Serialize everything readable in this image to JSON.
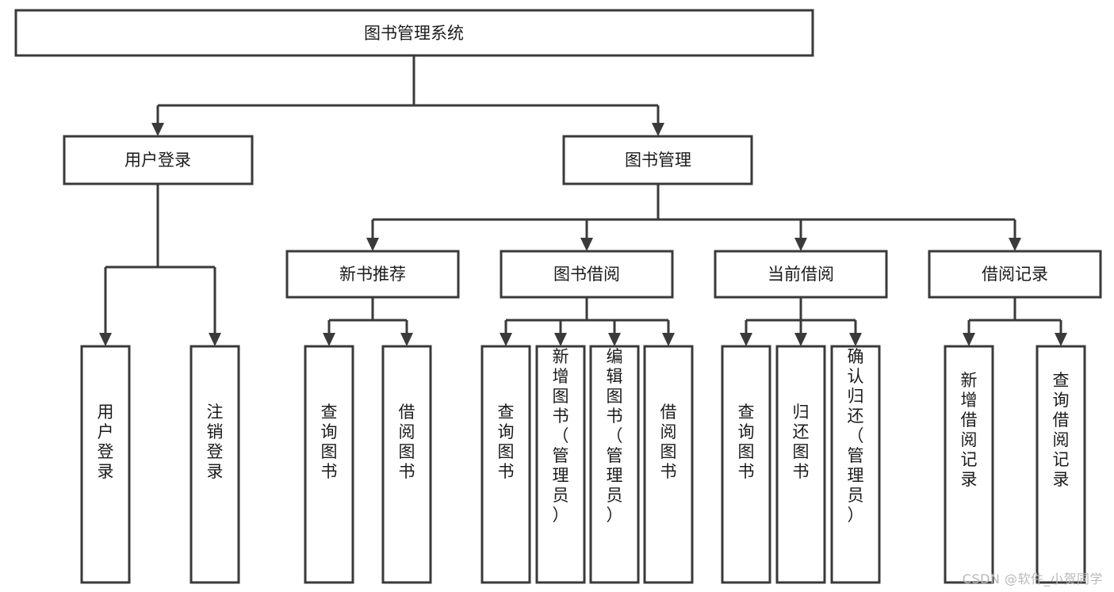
{
  "diagram": {
    "type": "tree",
    "title": "图书管理系统",
    "orientation": "top-down",
    "colors": {
      "box_stroke": "#3a3a3a",
      "box_fill": "#ffffff",
      "connector": "#3a3a3a",
      "text": "#1b1b1b",
      "background": "#ffffff",
      "watermark": "#b9b9b9"
    },
    "root": {
      "id": "root",
      "label": "图书管理系统",
      "orient": "horizontal"
    },
    "level2": [
      {
        "id": "user-login",
        "label": "用户登录",
        "orient": "horizontal"
      },
      {
        "id": "book-management",
        "label": "图书管理",
        "orient": "horizontal"
      }
    ],
    "level3": [
      {
        "id": "new-book-recommend",
        "label": "新书推荐",
        "orient": "horizontal",
        "parent": "book-management"
      },
      {
        "id": "book-borrow",
        "label": "图书借阅",
        "orient": "horizontal",
        "parent": "book-management"
      },
      {
        "id": "current-borrow",
        "label": "当前借阅",
        "orient": "horizontal",
        "parent": "book-management"
      },
      {
        "id": "borrow-record",
        "label": "借阅记录",
        "orient": "horizontal",
        "parent": "book-management"
      }
    ],
    "leaves": [
      {
        "id": "leaf-user-login",
        "label": "用户登录",
        "orient": "vertical",
        "parent": "user-login"
      },
      {
        "id": "leaf-user-logout",
        "label": "注销登录",
        "orient": "vertical",
        "parent": "user-login"
      },
      {
        "id": "leaf-query-book-1",
        "label": "查询图书",
        "orient": "vertical",
        "parent": "new-book-recommend"
      },
      {
        "id": "leaf-borrow-book-1",
        "label": "借阅图书",
        "orient": "vertical",
        "parent": "new-book-recommend"
      },
      {
        "id": "leaf-query-book-2",
        "label": "查询图书",
        "orient": "vertical",
        "parent": "book-borrow"
      },
      {
        "id": "leaf-add-book",
        "label": "新增图书（管理员）",
        "orient": "vertical",
        "parent": "book-borrow"
      },
      {
        "id": "leaf-edit-book",
        "label": "编辑图书（管理员）",
        "orient": "vertical",
        "parent": "book-borrow"
      },
      {
        "id": "leaf-borrow-book-2",
        "label": "借阅图书",
        "orient": "vertical",
        "parent": "book-borrow"
      },
      {
        "id": "leaf-query-book-3",
        "label": "查询图书",
        "orient": "vertical",
        "parent": "current-borrow"
      },
      {
        "id": "leaf-return-book",
        "label": "归还图书",
        "orient": "vertical",
        "parent": "current-borrow"
      },
      {
        "id": "leaf-confirm-return",
        "label": "确认归还（管理员）",
        "orient": "vertical",
        "parent": "current-borrow"
      },
      {
        "id": "leaf-add-record",
        "label": "新增借阅记录",
        "orient": "vertical",
        "parent": "borrow-record"
      },
      {
        "id": "leaf-query-record",
        "label": "查询借阅记录",
        "orient": "vertical",
        "parent": "borrow-record"
      }
    ]
  },
  "watermark": {
    "text": "CSDN @软件_小贺同学"
  }
}
